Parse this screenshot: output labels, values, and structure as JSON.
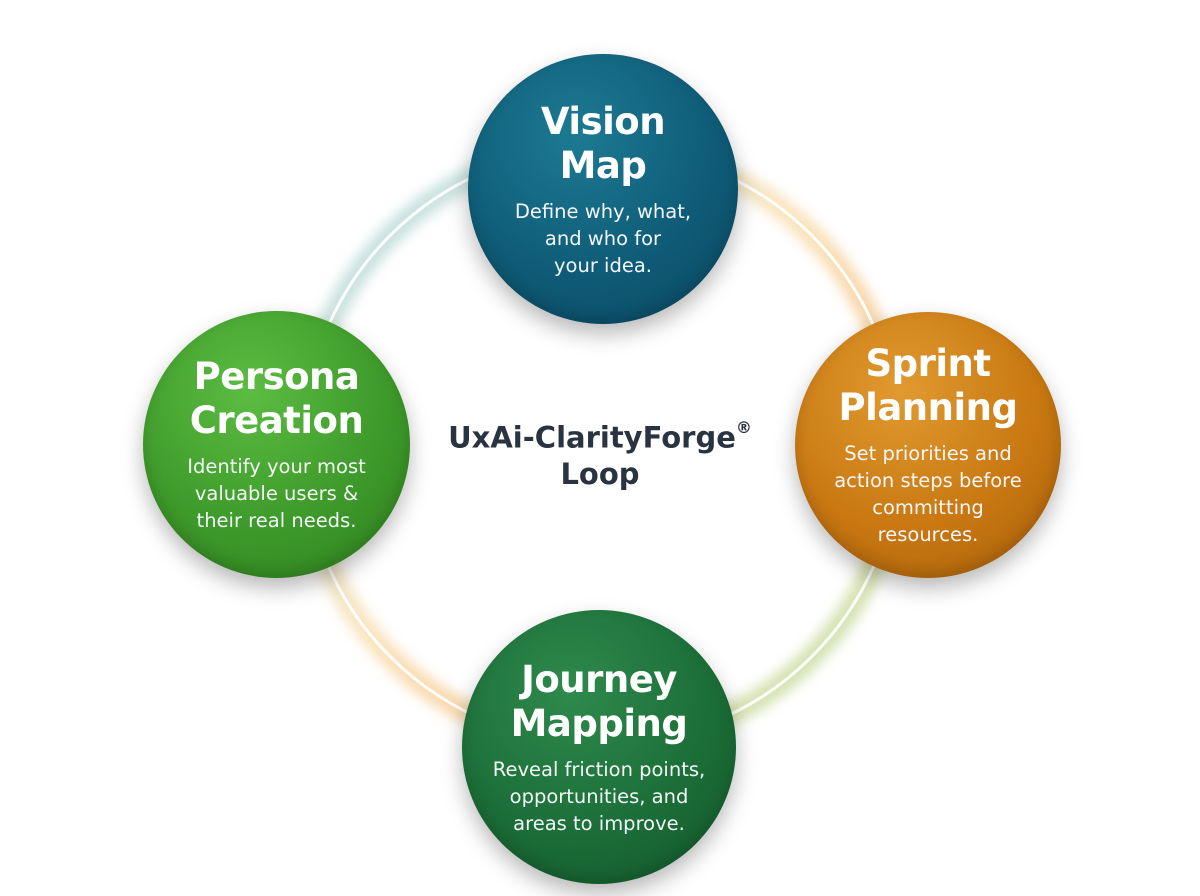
{
  "diagram": {
    "center": {
      "name": "UxAi-ClarityForge",
      "mark": "®",
      "suffix": "Loop"
    },
    "nodes": {
      "vision": {
        "title": "Vision\nMap",
        "description": "Define why, what,\nand who for\nyour idea.",
        "color": "#0f5c78"
      },
      "sprint": {
        "title": "Sprint\nPlanning",
        "description": "Set priorities and\naction steps before\ncommitting\nresources.",
        "color": "#c97812"
      },
      "journey": {
        "title": "Journey\nMapping",
        "description": "Reveal friction points,\nopportunities, and\nareas to improve.",
        "color": "#1c6e38"
      },
      "persona": {
        "title": "Persona\nCreation",
        "description": "Identify your most\nvaluable users &\ntheir real needs.",
        "color": "#3e9a2a"
      }
    }
  }
}
